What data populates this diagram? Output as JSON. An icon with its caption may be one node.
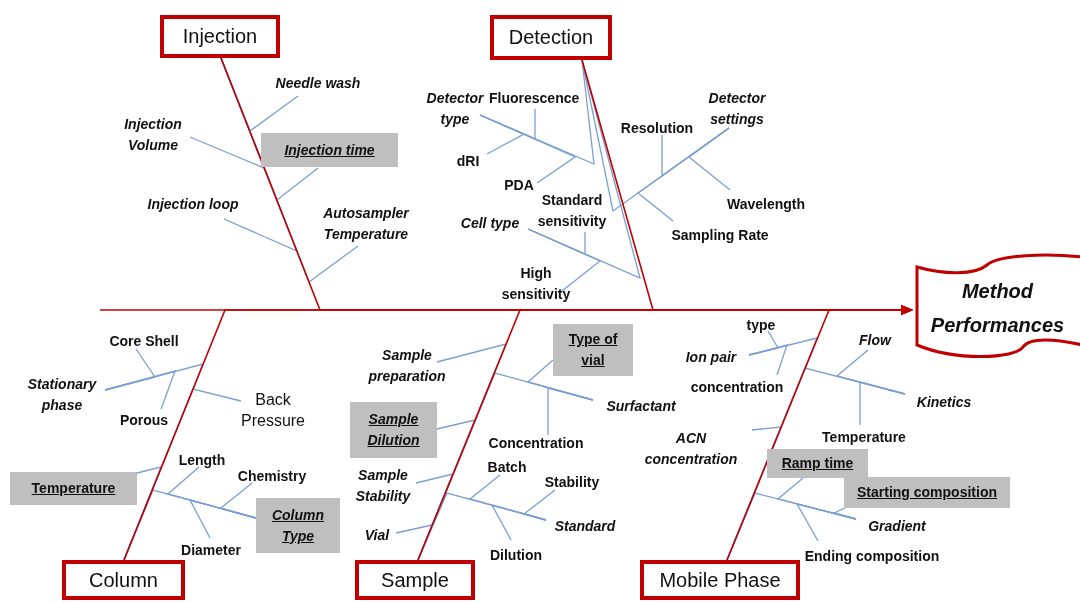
{
  "diagram": {
    "nodes": [
      {
        "text": [
          "Injection"
        ]
      },
      {
        "text": [
          "Detection"
        ]
      },
      {
        "text": [
          "Method Performances"
        ]
      },
      {
        "text": [
          "Needle wash"
        ]
      },
      {
        "text": [
          "Injection Volume"
        ]
      },
      {
        "text": [
          "Injection time"
        ]
      },
      {
        "text": [
          "Injection loop"
        ]
      },
      {
        "text": [
          "Autosampler Temperature"
        ]
      },
      {
        "text": [
          "Detector type"
        ]
      },
      {
        "text": [
          "Fluorescence"
        ]
      },
      {
        "text": [
          "dRI"
        ]
      },
      {
        "text": [
          "PDA"
        ]
      },
      {
        "text": [
          "Detector settings"
        ]
      },
      {
        "text": [
          "Resolution"
        ]
      },
      {
        "text": [
          "Wavelength"
        ]
      },
      {
        "text": [
          "Sampling Rate"
        ]
      },
      {
        "text": [
          "Standard sensitivity"
        ]
      },
      {
        "text": [
          "Cell type"
        ]
      },
      {
        "text": [
          "High sensitivity"
        ]
      },
      {
        "text": [
          "Core Shell"
        ]
      },
      {
        "text": [
          "Stationary phase"
        ]
      },
      {
        "text": [
          "Porous"
        ]
      },
      {
        "text": [
          "Back Pressure"
        ]
      },
      {
        "text": [
          "Length"
        ]
      },
      {
        "text": [
          "Chemistry"
        ]
      },
      {
        "text": [
          "Temperature"
        ]
      },
      {
        "text": [
          "Column Type"
        ]
      },
      {
        "text": [
          "Diameter"
        ]
      },
      {
        "text": [
          "Sample preparation"
        ]
      },
      {
        "text": [
          "Type of vial"
        ]
      },
      {
        "text": [
          "Surfactant"
        ]
      },
      {
        "text": [
          "Sample Dilution"
        ]
      },
      {
        "text": [
          "Concentration"
        ]
      },
      {
        "text": [
          "Batch"
        ]
      },
      {
        "text": [
          "Sample Stability"
        ]
      },
      {
        "text": [
          "Stability"
        ]
      },
      {
        "text": [
          "Standard"
        ]
      },
      {
        "text": [
          "Vial"
        ]
      },
      {
        "text": [
          "Dilution"
        ]
      },
      {
        "text": [
          "type"
        ]
      },
      {
        "text": [
          "Ion pair"
        ]
      },
      {
        "text": [
          "Flow"
        ]
      },
      {
        "text": [
          "concentration"
        ]
      },
      {
        "text": [
          "Kinetics"
        ]
      },
      {
        "text": [
          "Temperature"
        ]
      },
      {
        "text": [
          "ACN concentration"
        ]
      },
      {
        "text": [
          "Ramp  time"
        ]
      },
      {
        "text": [
          "Starting composition"
        ]
      },
      {
        "text": [
          "Gradient"
        ]
      },
      {
        "text": [
          "Ending composition"
        ]
      },
      {
        "text": [
          "Column"
        ]
      },
      {
        "text": [
          "Sample"
        ]
      },
      {
        "text": [
          "Mobile Phase"
        ]
      }
    ],
    "edges": [
      {
        "from": null,
        "to": 2,
        "arrow": "to",
        "color": "#c00000"
      },
      {
        "from": 0,
        "to": 2,
        "arrow": "to",
        "color": "#c00000"
      },
      {
        "from": 1,
        "to": 2,
        "arrow": "to",
        "color": "#c00000"
      },
      {
        "from": 50,
        "to": 2,
        "arrow": "to",
        "color": "#c00000"
      },
      {
        "from": 51,
        "to": 2,
        "arrow": "to",
        "color": "#c00000"
      },
      {
        "from": 52,
        "to": 2,
        "arrow": "to",
        "color": "#c00000"
      },
      {
        "from": 3,
        "to": 0,
        "arrow": "none"
      },
      {
        "from": 4,
        "to": 0,
        "arrow": "none"
      },
      {
        "from": 5,
        "to": 0,
        "arrow": "none"
      },
      {
        "from": 6,
        "to": 0,
        "arrow": "none"
      },
      {
        "from": 7,
        "to": 0,
        "arrow": "none"
      },
      {
        "from": 8,
        "to": 1,
        "arrow": "none"
      },
      {
        "from": 9,
        "to": 8,
        "arrow": "none"
      },
      {
        "from": 10,
        "to": 8,
        "arrow": "none"
      },
      {
        "from": 11,
        "to": 8,
        "arrow": "none"
      },
      {
        "from": 12,
        "to": 1,
        "arrow": "none"
      },
      {
        "from": 13,
        "to": 12,
        "arrow": "none"
      },
      {
        "from": 14,
        "to": 12,
        "arrow": "none"
      },
      {
        "from": 15,
        "to": 12,
        "arrow": "none"
      },
      {
        "from": 16,
        "to": 17,
        "arrow": "none"
      },
      {
        "from": 17,
        "to": 1,
        "arrow": "none"
      },
      {
        "from": 18,
        "to": 17,
        "arrow": "none"
      },
      {
        "from": 19,
        "to": 20,
        "arrow": "none"
      },
      {
        "from": 20,
        "to": 50,
        "arrow": "none"
      },
      {
        "from": 21,
        "to": 20,
        "arrow": "none"
      },
      {
        "from": 22,
        "to": 50,
        "arrow": "none"
      },
      {
        "from": 23,
        "to": 26,
        "arrow": "none"
      },
      {
        "from": 24,
        "to": 26,
        "arrow": "none"
      },
      {
        "from": 25,
        "to": 50,
        "arrow": "none"
      },
      {
        "from": 26,
        "to": 50,
        "arrow": "none"
      },
      {
        "from": 27,
        "to": 26,
        "arrow": "none"
      },
      {
        "from": 28,
        "to": 51,
        "arrow": "none"
      },
      {
        "from": 29,
        "to": 30,
        "arrow": "none"
      },
      {
        "from": 30,
        "to": 51,
        "arrow": "none"
      },
      {
        "from": 31,
        "to": 51,
        "arrow": "none"
      },
      {
        "from": 32,
        "to": 30,
        "arrow": "none"
      },
      {
        "from": 33,
        "to": 36,
        "arrow": "none"
      },
      {
        "from": 34,
        "to": 51,
        "arrow": "none"
      },
      {
        "from": 35,
        "to": 36,
        "arrow": "none"
      },
      {
        "from": 36,
        "to": 51,
        "arrow": "none"
      },
      {
        "from": 37,
        "to": 51,
        "arrow": "none"
      },
      {
        "from": 38,
        "to": 36,
        "arrow": "none"
      },
      {
        "from": 39,
        "to": 40,
        "arrow": "none"
      },
      {
        "from": 40,
        "to": 52,
        "arrow": "none"
      },
      {
        "from": 41,
        "to": 43,
        "arrow": "none"
      },
      {
        "from": 42,
        "to": 40,
        "arrow": "none"
      },
      {
        "from": 43,
        "to": 52,
        "arrow": "none"
      },
      {
        "from": 44,
        "to": 43,
        "arrow": "none"
      },
      {
        "from": 45,
        "to": 52,
        "arrow": "none"
      },
      {
        "from": 46,
        "to": 48,
        "arrow": "none"
      },
      {
        "from": 47,
        "to": 48,
        "arrow": "none"
      },
      {
        "from": 48,
        "to": 52,
        "arrow": "none"
      },
      {
        "from": 49,
        "to": 48,
        "arrow": "none"
      }
    ]
  }
}
